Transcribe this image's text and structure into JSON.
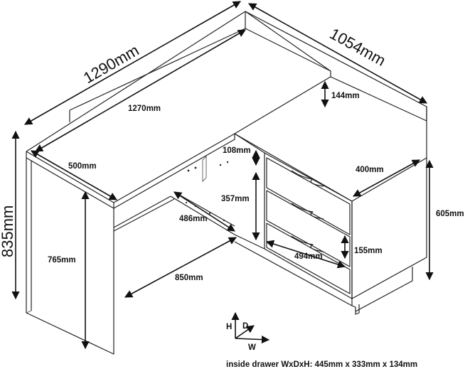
{
  "dimensions": {
    "total_width": "1290mm",
    "total_depth": "1054mm",
    "total_height": "835mm",
    "top_length": "1270mm",
    "top_depth": "500mm",
    "shelf_gap": "144mm",
    "upper_shelf": "108mm",
    "inner_shelf_height": "357mm",
    "inner_shelf_depth": "486mm",
    "drawer_unit_depth": "400mm",
    "drawer_unit_height": "605mm",
    "drawer_height": "155mm",
    "drawer_width": "494mm",
    "knee_height": "765mm",
    "knee_width": "850mm"
  },
  "axes": {
    "h": "H",
    "d": "D",
    "w": "W"
  },
  "note": "inside drawer WxDxH: 445mm x 333mm x 134mm"
}
